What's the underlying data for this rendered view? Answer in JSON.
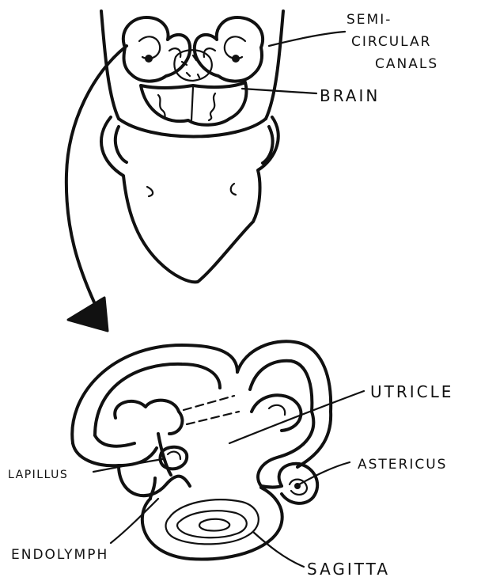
{
  "labels": {
    "semicircular_canals_line1": "SEMI-",
    "semicircular_canals_line2": "CIRCULAR",
    "semicircular_canals_line3": "CANALS",
    "brain": "BRAIN",
    "utricle": "UTRICLE",
    "lapillus": "LAPILLUS",
    "astericus": "ASTERICUS",
    "endolymph": "ENDOLYMPH",
    "sagitta": "SAGITTA"
  },
  "colors": {
    "ink": "#111111",
    "background": "#ffffff"
  }
}
